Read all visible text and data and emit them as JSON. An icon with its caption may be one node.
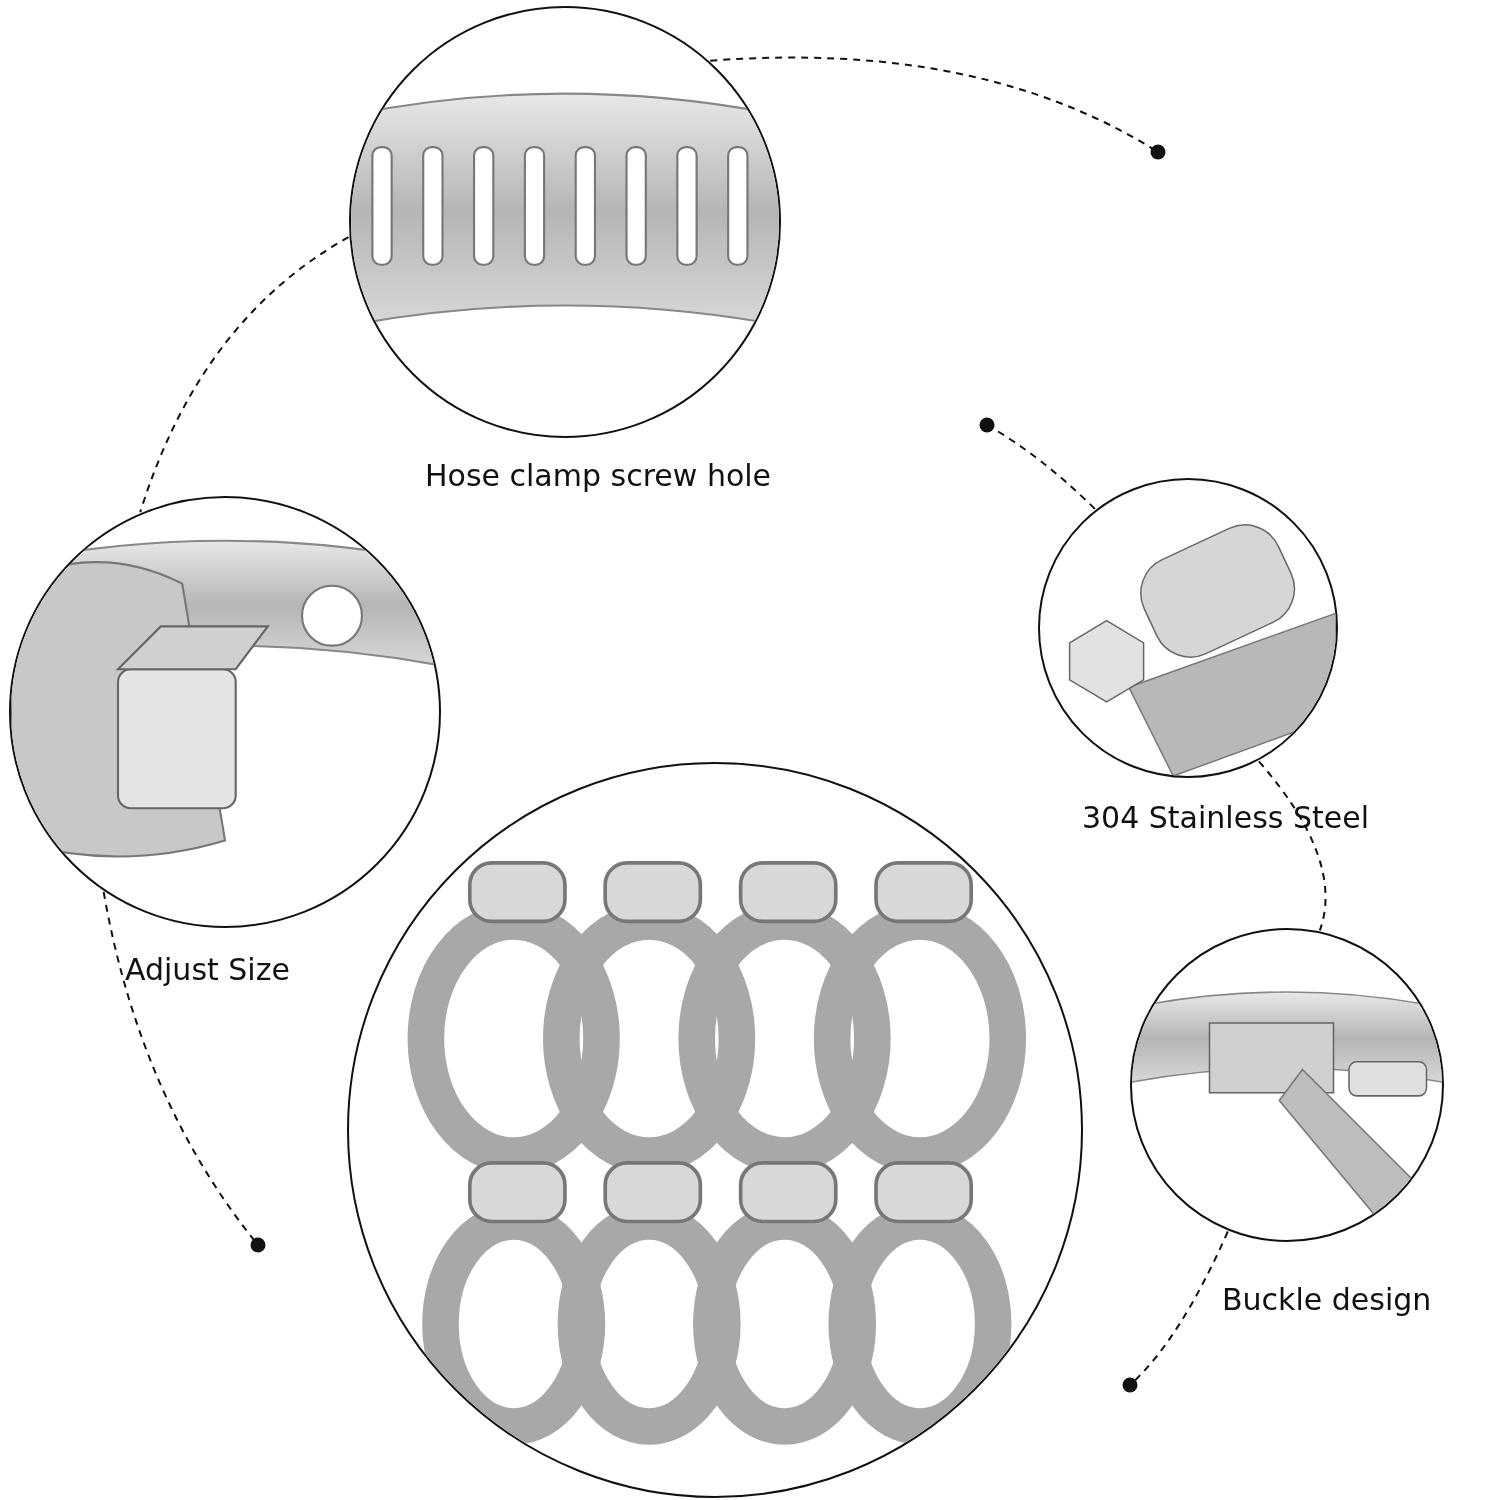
{
  "diagram": {
    "nodes": [
      {
        "text": [],
        "shape": "picture"
      },
      {
        "text": [],
        "shape": "picture"
      },
      {
        "text": [],
        "shape": "picture"
      },
      {
        "text": [],
        "shape": "picture"
      },
      {
        "text": [],
        "shape": "picture"
      }
    ],
    "edges": [
      {
        "from": 0,
        "to": 1,
        "arrow": "none",
        "style": "dashed"
      },
      {
        "from": 1,
        "to": null,
        "arrow": "other",
        "style": "dashed"
      },
      {
        "from": 0,
        "to": null,
        "arrow": "other",
        "style": "dashed"
      },
      {
        "from": null,
        "to": 2,
        "arrow": "other",
        "style": "dashed"
      },
      {
        "from": 2,
        "to": 4,
        "arrow": "none",
        "style": "dashed"
      },
      {
        "from": 4,
        "to": null,
        "arrow": "other",
        "style": "dashed"
      }
    ],
    "labels": [
      "Hose clamp screw hole",
      "304 Stainless Steel",
      "Adjust Size",
      "Buckle design"
    ]
  }
}
